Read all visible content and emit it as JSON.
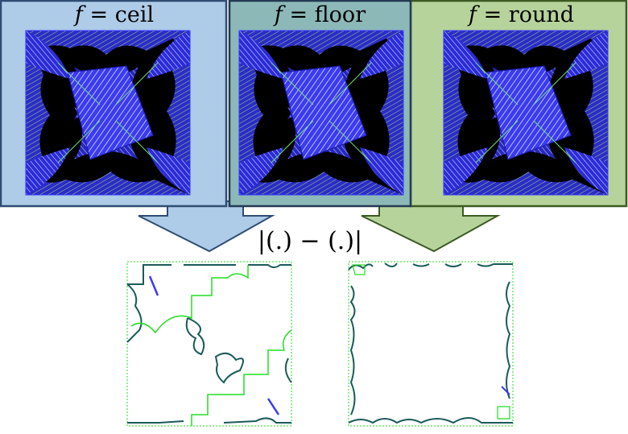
{
  "panels": [
    {
      "id": "ceil",
      "var": "f",
      "eq": " = ",
      "name": "ceil",
      "bg": "#aecbe8",
      "border": "#2f4d72"
    },
    {
      "id": "floor",
      "var": "f",
      "eq": " = ",
      "name": "floor",
      "bg": "#8db8b8",
      "border": "#243a52"
    },
    {
      "id": "round",
      "var": "f",
      "eq": " = ",
      "name": "round",
      "bg": "#b6d39b",
      "border": "#3d5a22"
    }
  ],
  "operation": "|(.) − (.)|",
  "colors": {
    "fractal_fill": "#3b3bf2",
    "fractal_line": "#ffffff",
    "fractal_dark": "#000000",
    "accent_green": "#6fe06f",
    "diff_curve": "#1a5a5a",
    "diff_green": "#22dd22",
    "arrow_blue_fill": "#aecbe8",
    "arrow_blue_stroke": "#2f4d72",
    "arrow_green_fill": "#b6d39b",
    "arrow_green_stroke": "#3d5a22"
  },
  "icons": [
    "fractal-image",
    "difference-image",
    "down-arrow"
  ]
}
